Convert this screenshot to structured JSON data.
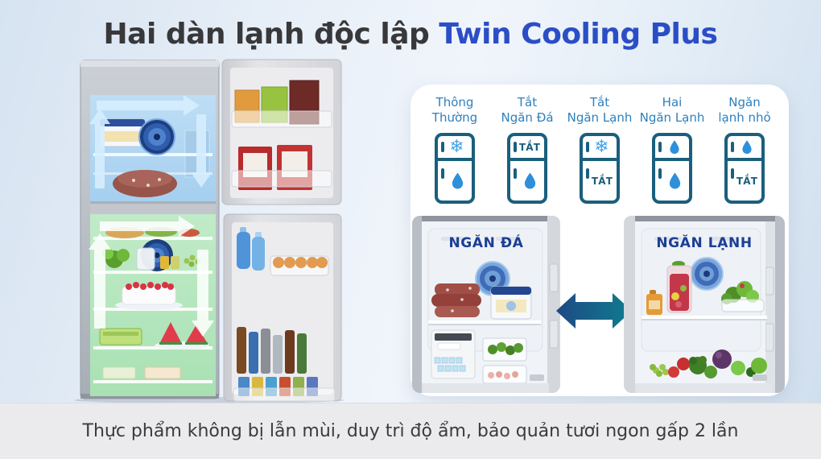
{
  "title": {
    "text": "Hai dàn lạnh độc lập",
    "highlight": "Twin Cooling Plus"
  },
  "modes": [
    {
      "label1": "Thông",
      "label2": "Thường",
      "freezer_state": "snowflake",
      "fridge_state": "droplet"
    },
    {
      "label1": "Tắt",
      "label2": "Ngăn Đá",
      "freezer_state": "off",
      "fridge_state": "droplet"
    },
    {
      "label1": "Tắt",
      "label2": "Ngăn Lạnh",
      "freezer_state": "snowflake",
      "fridge_state": "off"
    },
    {
      "label1": "Hai",
      "label2": "Ngăn Lạnh",
      "freezer_state": "droplet",
      "fridge_state": "droplet"
    },
    {
      "label1": "Ngăn",
      "label2": "lạnh nhỏ",
      "freezer_state": "droplet",
      "fridge_state": "off"
    }
  ],
  "labels": {
    "off": "TẮT",
    "freezer_compartment": "NGĂN ĐÁ",
    "fridge_compartment": "NGĂN LẠNH"
  },
  "glyphs": {
    "snowflake": "❄"
  },
  "caption": "Thực phẩm không bị lẫn mùi, duy trì độ ẩm, bảo quản tươi ngon gấp 2 lần",
  "colors": {
    "title_text": "#38383a",
    "title_highlight": "#2b4ec6",
    "mode_label": "#2e80bd",
    "icon_outline": "#1a5f7d",
    "droplet": "#2e90da",
    "snowflake": "#45a3e8",
    "compartment_label": "#1c3e94",
    "arrow_gradient_start": "#1e4a84",
    "arrow_gradient_end": "#0f7c8e",
    "freezer_overlay": "#9ed0f4",
    "fridge_overlay": "#8fdf9e",
    "panel_bg": "#ffffff",
    "caption_bg": "#ebebee",
    "caption_text": "#3b3b3d"
  }
}
